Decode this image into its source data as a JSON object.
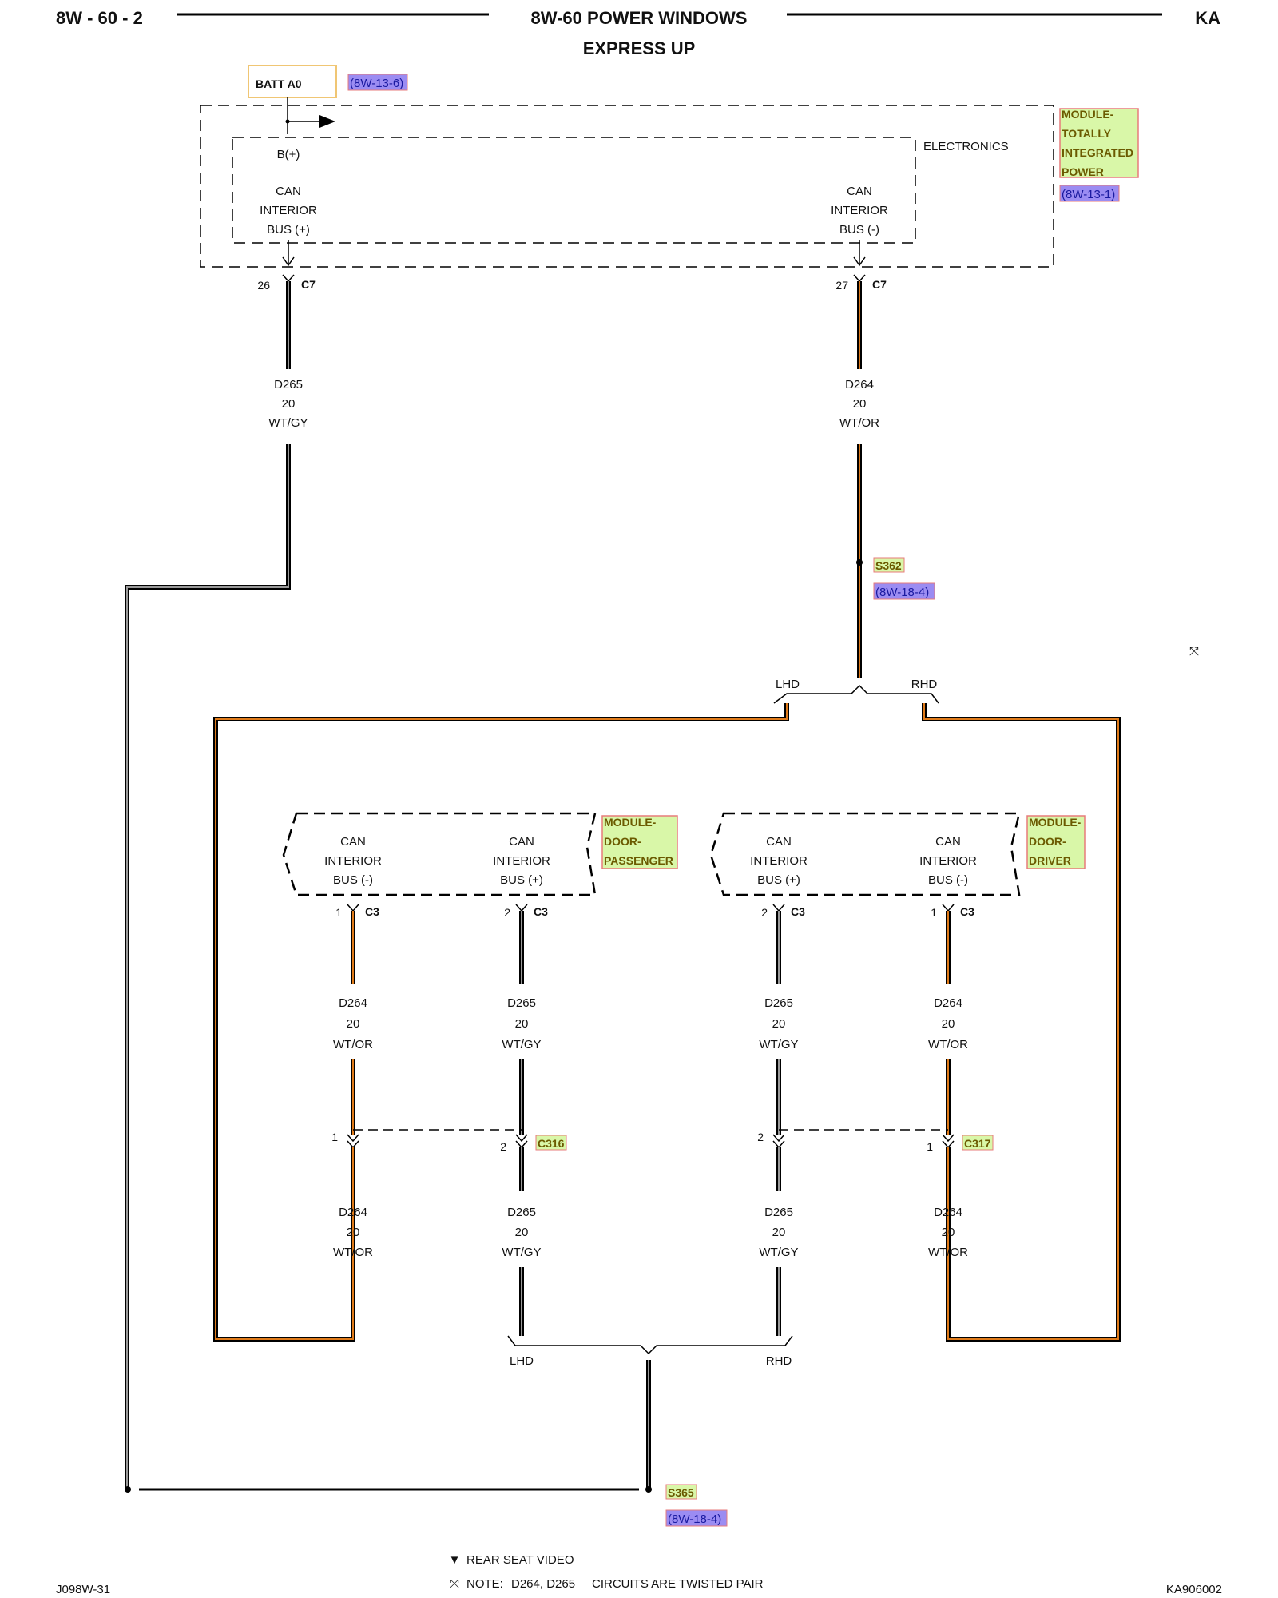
{
  "header": {
    "page_number": "8W - 60 - 2",
    "title": "8W-60 POWER WINDOWS",
    "subtitle": "EXPRESS UP",
    "model": "KA"
  },
  "colors": {
    "wt_gy_stripe": "#9a9a9a",
    "wt_or_stripe": "#e07b1a",
    "module_fill": "#d9f7a8",
    "module_border": "#e77b7b",
    "ref_fill": "#9b8cf2",
    "batt_border": "#f0c674"
  },
  "batt": {
    "label": "BATT A0",
    "ref": "(8W-13-6)"
  },
  "tip_module": {
    "name_lines": [
      "MODULE-",
      "TOTALLY",
      "INTEGRATED",
      "POWER"
    ],
    "ref": "(8W-13-1)",
    "inner_label": "ELECTRONICS",
    "bplus": "B(+)",
    "can_plus": [
      "CAN",
      "INTERIOR",
      "BUS (+)"
    ],
    "can_minus": [
      "CAN",
      "INTERIOR",
      "BUS (-)"
    ],
    "pin_plus": "26",
    "pin_minus": "27",
    "connector": "C7"
  },
  "wires": {
    "d265": [
      "D265",
      "20",
      "WT/GY"
    ],
    "d264": [
      "D264",
      "20",
      "WT/OR"
    ]
  },
  "splices": {
    "s362": {
      "name": "S362",
      "ref": "(8W-18-4)"
    },
    "s365": {
      "name": "S365",
      "ref": "(8W-18-4)"
    }
  },
  "branch": {
    "lhd": "LHD",
    "rhd": "RHD"
  },
  "passenger_module": {
    "name_lines": [
      "MODULE-",
      "DOOR-",
      "PASSENGER"
    ],
    "left": {
      "lines": [
        "CAN",
        "INTERIOR",
        "BUS (-)"
      ],
      "pin": "1",
      "connector": "C3"
    },
    "right": {
      "lines": [
        "CAN",
        "INTERIOR",
        "BUS (+)"
      ],
      "pin": "2",
      "connector": "C3"
    }
  },
  "driver_module": {
    "name_lines": [
      "MODULE-",
      "DOOR-",
      "DRIVER"
    ],
    "left": {
      "lines": [
        "CAN",
        "INTERIOR",
        "BUS (+)"
      ],
      "pin": "2",
      "connector": "C3"
    },
    "right": {
      "lines": [
        "CAN",
        "INTERIOR",
        "BUS (-)"
      ],
      "pin": "1",
      "connector": "C3"
    }
  },
  "inline_connectors": {
    "c316": {
      "name": "C316",
      "pin_left": "1",
      "pin_right": "2"
    },
    "c317": {
      "name": "C317",
      "pin_left": "2",
      "pin_right": "1"
    }
  },
  "notes": {
    "rear_seat": "REAR SEAT VIDEO",
    "twisted_note": "NOTE:",
    "twisted_circuits": "D264, D265",
    "twisted_desc": "CIRCUITS ARE TWISTED PAIR"
  },
  "footer": {
    "left": "J098W-31",
    "right": "KA906002"
  }
}
